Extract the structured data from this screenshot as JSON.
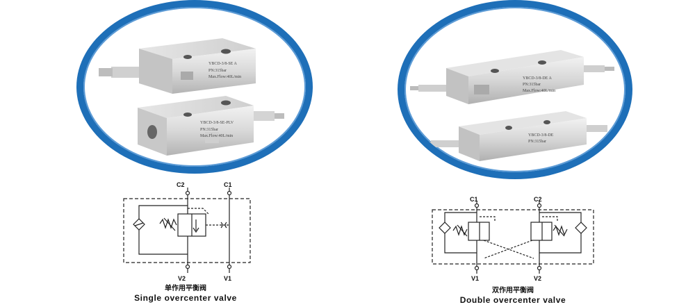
{
  "single": {
    "block_top_text": "YBCD-3/8-SE A",
    "block_bottom_text": "YBCD-3/8-SE-PLV",
    "pressure_text": "PN:315bar",
    "flow_text": "Max.Flow:40L/min",
    "ports": {
      "c2": "C2",
      "c1": "C1",
      "v2": "V2",
      "v1": "V1"
    },
    "caption_cn": "单作用平衡阀",
    "caption_en": "Single overcenter valve"
  },
  "double": {
    "block_top_text": "YBCD-3/8-DE A",
    "block_bottom_text": "YBCD-3/8-DE",
    "pressure_text": "PN:315bar",
    "flow_text": "Max.Flow:40L/min",
    "ports": {
      "c1": "C1",
      "c2": "C2",
      "v1": "V1",
      "v2": "V2"
    },
    "caption_cn": "双作用平衡阀",
    "caption_en": "Double overcenter valve"
  }
}
